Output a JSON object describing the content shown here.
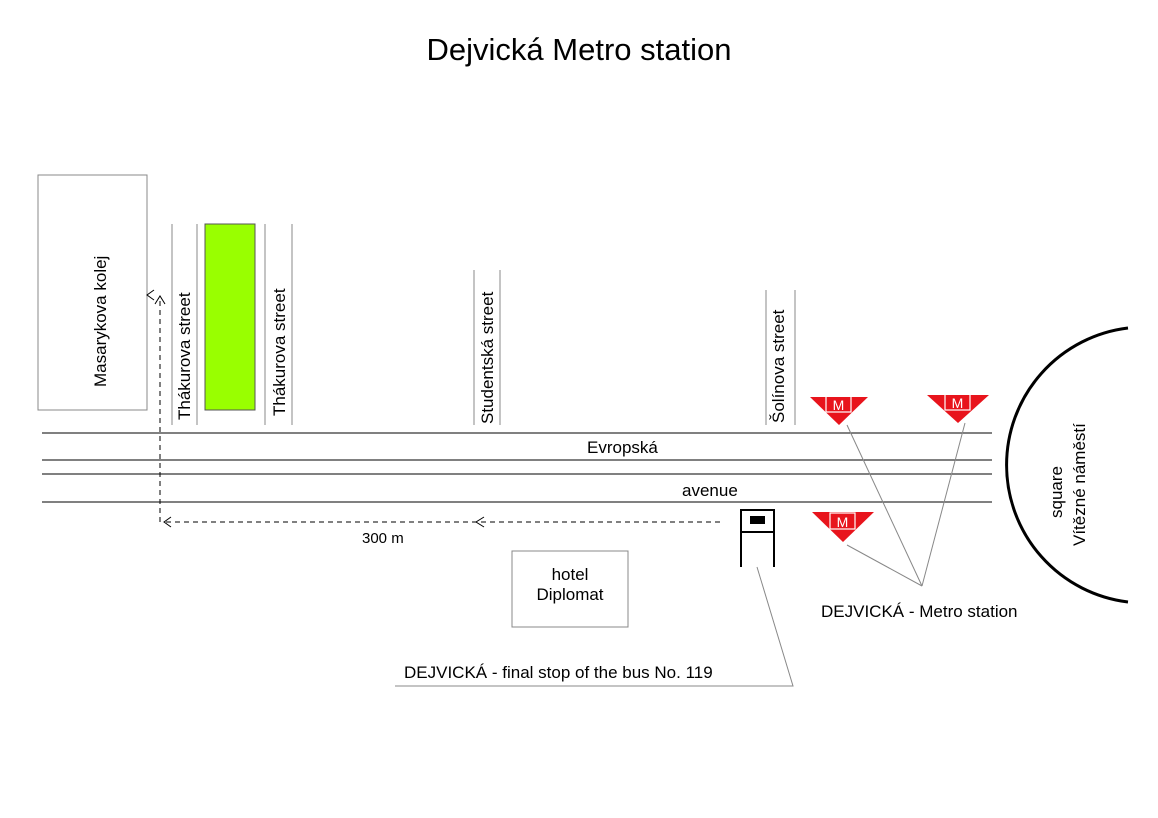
{
  "title": "Dejvická Metro station",
  "labels": {
    "masarykova_kolej": "Masarykova kolej",
    "thakurova_left": "Thákurova street",
    "thakurova_right": "Thákurova street",
    "studentska": "Studentská street",
    "solinova": "Šolínova street",
    "evropska": "Evropská",
    "avenue": "avenue",
    "distance": "300 m",
    "hotel_line1": "hotel",
    "hotel_line2": "Diplomat",
    "metro_caption": "DEJVICKÁ - Metro station",
    "bus_caption": "DEJVICKÁ - final stop of the bus No. 119",
    "square_line1": "square",
    "square_line2": "Vítězné náměstí",
    "metro_letter": "M"
  },
  "colors": {
    "park_green": "#99ff00",
    "metro_red": "#e8141c",
    "line": "#000000",
    "box_border": "#888888"
  },
  "icons": {
    "metro": "metro-triangle-icon",
    "bus": "bus-stop-icon"
  }
}
